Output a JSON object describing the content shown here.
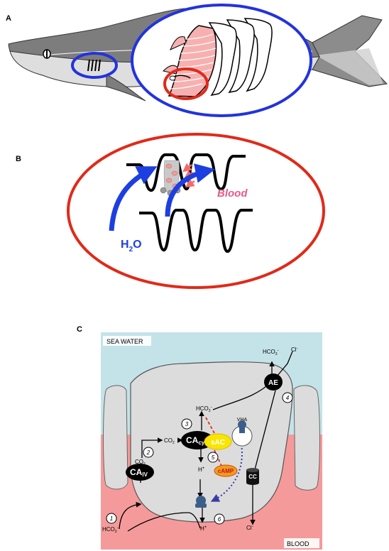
{
  "panels": {
    "a": {
      "letter": "A"
    },
    "b": {
      "letter": "B",
      "water_label_main": "H",
      "water_label_sub": "2",
      "water_label_end": "O",
      "blood_label": "Blood"
    },
    "c": {
      "letter": "C",
      "sea_water_label": "SEA WATER",
      "blood_label": "BLOOD",
      "enzymes": {
        "ca_iv_main": "CA",
        "ca_iv_sub": "IV",
        "ca_cyt_main": "CA",
        "ca_cyt_sub": "cyt",
        "ae": "AE",
        "sac": "sAC",
        "camp": "cAMP",
        "vha": "VHA",
        "cc": "CC"
      },
      "molecules": {
        "hco3_basal": "HCO",
        "co2_lower": "CO",
        "co2_mid": "CO",
        "hco3_mid": "HCO",
        "h_upper": "H",
        "h_lower": "H",
        "hco3_apical": "HCO",
        "cl_apical": "Cl",
        "cl_basal": "Cl"
      },
      "steps": [
        "1",
        "2",
        "3",
        "4",
        "5",
        "6"
      ]
    }
  },
  "colors": {
    "blue_outline": "#2233dd",
    "red_outline": "#e02a1a",
    "sea_water": "#c4e3e8",
    "blood": "#f59a9a",
    "cell": "#dcdcdc",
    "shark_dark": "#7a7a7a",
    "shark_light": "#d9d9d9",
    "gill_pink": "#f5a3a3",
    "yellow": "#f7e600",
    "orange": "#f29a1f",
    "vha_blue": "#3b5f8a"
  }
}
